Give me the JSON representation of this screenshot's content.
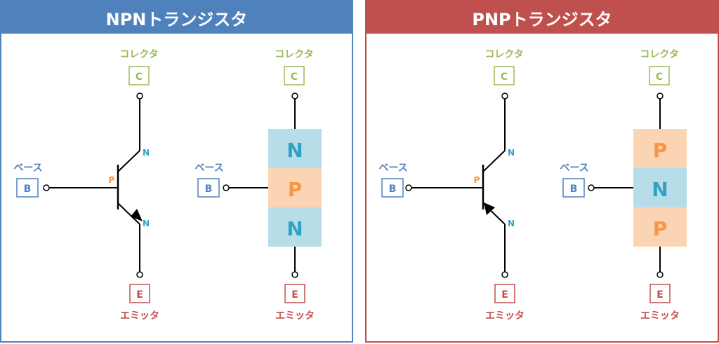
{
  "colors": {
    "npn_accent": "#4f81bd",
    "pnp_accent": "#c0504d",
    "collector": "#9bbb59",
    "base": "#4f81bd",
    "emitter": "#c0504d",
    "n_region_fill": "#b7dde8",
    "n_region_text": "#31a2c4",
    "p_region_fill": "#fbd4b4",
    "p_region_text": "#f79646"
  },
  "npn": {
    "title": "NPNトランジスタ",
    "symbol": {
      "collector_label": "コレクタ",
      "collector_terminal": "C",
      "base_label": "ベース",
      "base_terminal": "B",
      "emitter_label": "エミッタ",
      "emitter_terminal": "E",
      "collector_region": "N",
      "base_region": "P",
      "emitter_region": "N"
    },
    "structure": {
      "collector_label": "コレクタ",
      "collector_terminal": "C",
      "base_label": "ベース",
      "base_terminal": "B",
      "emitter_label": "エミッタ",
      "emitter_terminal": "E",
      "layers": [
        "N",
        "P",
        "N"
      ]
    }
  },
  "pnp": {
    "title": "PNPトランジスタ",
    "symbol": {
      "collector_label": "コレクタ",
      "collector_terminal": "C",
      "base_label": "ベース",
      "base_terminal": "B",
      "emitter_label": "エミッタ",
      "emitter_terminal": "E",
      "collector_region": "N",
      "base_region": "P",
      "emitter_region": "N"
    },
    "structure": {
      "collector_label": "コレクタ",
      "collector_terminal": "C",
      "base_label": "ベース",
      "base_terminal": "B",
      "emitter_label": "エミッタ",
      "emitter_terminal": "E",
      "layers": [
        "P",
        "N",
        "P"
      ]
    }
  }
}
